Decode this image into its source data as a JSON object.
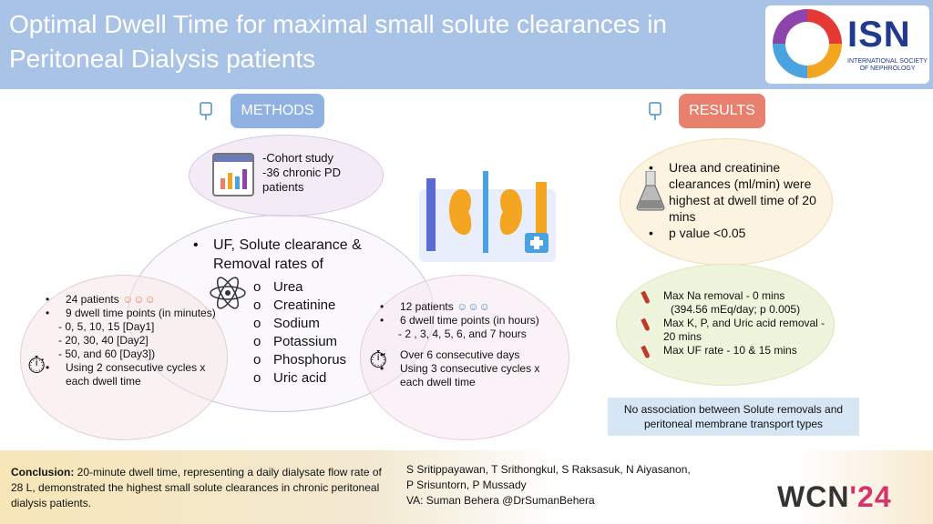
{
  "header": {
    "title": "Optimal Dwell Time for maximal small solute clearances in Peritoneal Dialysis patients",
    "logo_text": "ISN",
    "logo_subtext": "INTERNATIONAL SOCIETY OF NEPHROLOGY"
  },
  "methods": {
    "label": "METHODS",
    "cohort": [
      "-Cohort study",
      "-36 chronic PD patients"
    ],
    "uf_heading": "UF, Solute clearance & Removal rates of",
    "solutes": [
      "Urea",
      "Creatinine",
      "Sodium",
      "Potassium",
      "Phosphorus",
      "Uric acid"
    ],
    "left": {
      "patients": "24 patients",
      "dwell": "9 dwell time points (in minutes)",
      "days": [
        "- 0, 5, 10, 15 [Day1]",
        "- 20, 30, 40 [Day2]",
        "- 50, and 60 [Day3])"
      ],
      "cycles": "Using 2 consecutive cycles x each dwell time"
    },
    "right": {
      "patients": "12 patients",
      "dwell": "6 dwell time points (in hours)",
      "hours": "- 2 , 3, 4, 5, 6, and 7 hours",
      "days": "Over 6 consecutive days",
      "cycles": "Using 3 consecutive cycles x each dwell time"
    }
  },
  "results": {
    "label": "RESULTS",
    "clearance": "Urea and creatinine clearances (ml/min) were highest at dwell time of 20 mins",
    "p_value": "p value <0.05",
    "na_removal": "Max Na removal - 0 mins",
    "na_detail": "(394.56 mEq/day; p 0.005)",
    "kpu_removal": "Max K, P, and Uric acid removal - 20 mins",
    "uf_rate": "Max UF rate - 10 & 15 mins",
    "no_association": "No association between Solute removals and peritoneal membrane transport types"
  },
  "footer": {
    "conclusion_label": "Conclusion:",
    "conclusion_text": " 20-minute dwell time, representing a daily dialysate flow rate of 28 L, demonstrated the highest small solute clearances in chronic peritoneal dialysis patients.",
    "authors_line1": "S Sritippayawan, T Srithongkul, S Raksasuk, N Aiyasanon,",
    "authors_line2": "P Srisuntorn, P Mussady",
    "va": "VA: Suman Behera @DrSumanBehera",
    "wcn_prefix": "WCN",
    "wcn_year": "'24"
  },
  "colors": {
    "header_bg": "#a9c3e6",
    "methods_pill": "#8fb2e3",
    "results_pill": "#e8806d",
    "no_assoc_bg": "#d6e6f5"
  }
}
